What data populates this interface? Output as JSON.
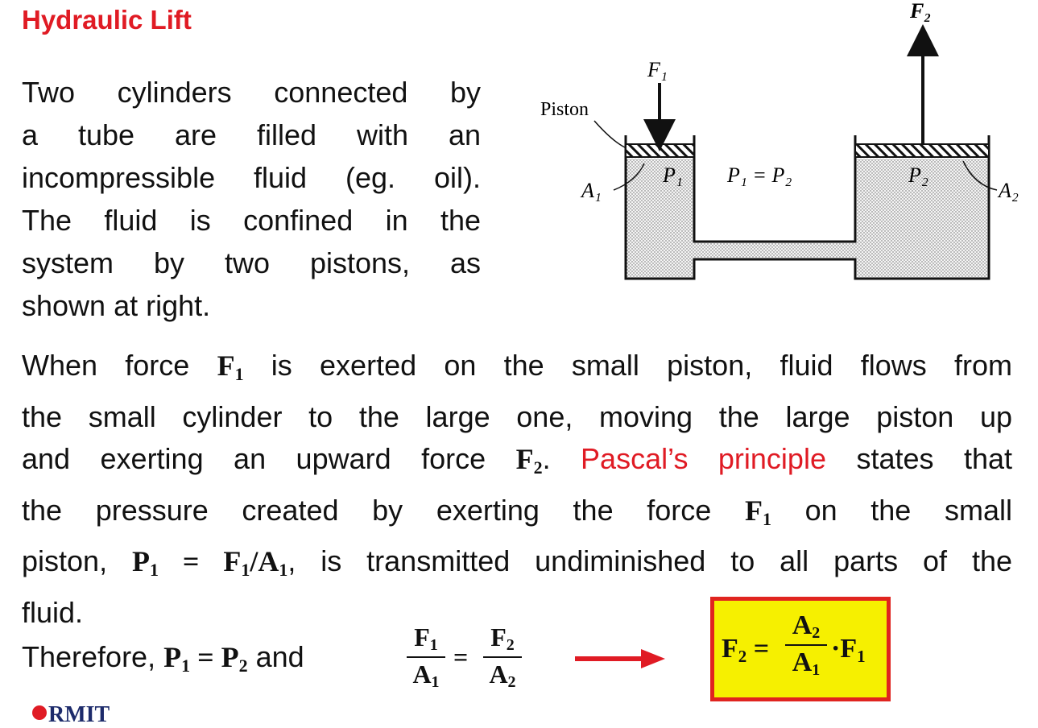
{
  "title": "Hydraulic Lift",
  "intro_lines": [
    "Two cylinders connected by",
    "a tube are filled with an",
    "incompressible fluid (eg. oil).",
    "The fluid is confined in the",
    "system by two pistons, as",
    "shown at right."
  ],
  "paragraph": {
    "l1a": "When force ",
    "l1b": " is exerted on the small piston, fluid flows from",
    "l2": "the small cylinder to the large one, moving the large piston up",
    "l3a": "and exerting an upward force ",
    "l3b": ".  ",
    "l3link": "Pascal’s principle",
    "l3c": " states that",
    "l4a": "the pressure created by exerting the force ",
    "l4b": " on the small",
    "l5a": "piston, ",
    "l5b": ", is transmitted undiminished to all parts of the",
    "l6": "fluid."
  },
  "symbols": {
    "F": "F",
    "P": "P",
    "A": "A",
    "one": "1",
    "two": "2",
    "eq": " = ",
    "slash": "/",
    "dot": "·"
  },
  "bottom": {
    "therefore": "Therefore,  ",
    "and": " and"
  },
  "diagram": {
    "label_F1": "F₁",
    "label_F2": "F₂",
    "label_piston": "Piston",
    "label_A1": "A₁",
    "label_A2": "A₂",
    "label_P1": "P₁",
    "label_P2": "P₂",
    "label_eq": "P₁ = P₂"
  },
  "colors": {
    "accent_red": "#e01b24",
    "box_yellow": "#f6f000"
  },
  "logo": "RMIT"
}
